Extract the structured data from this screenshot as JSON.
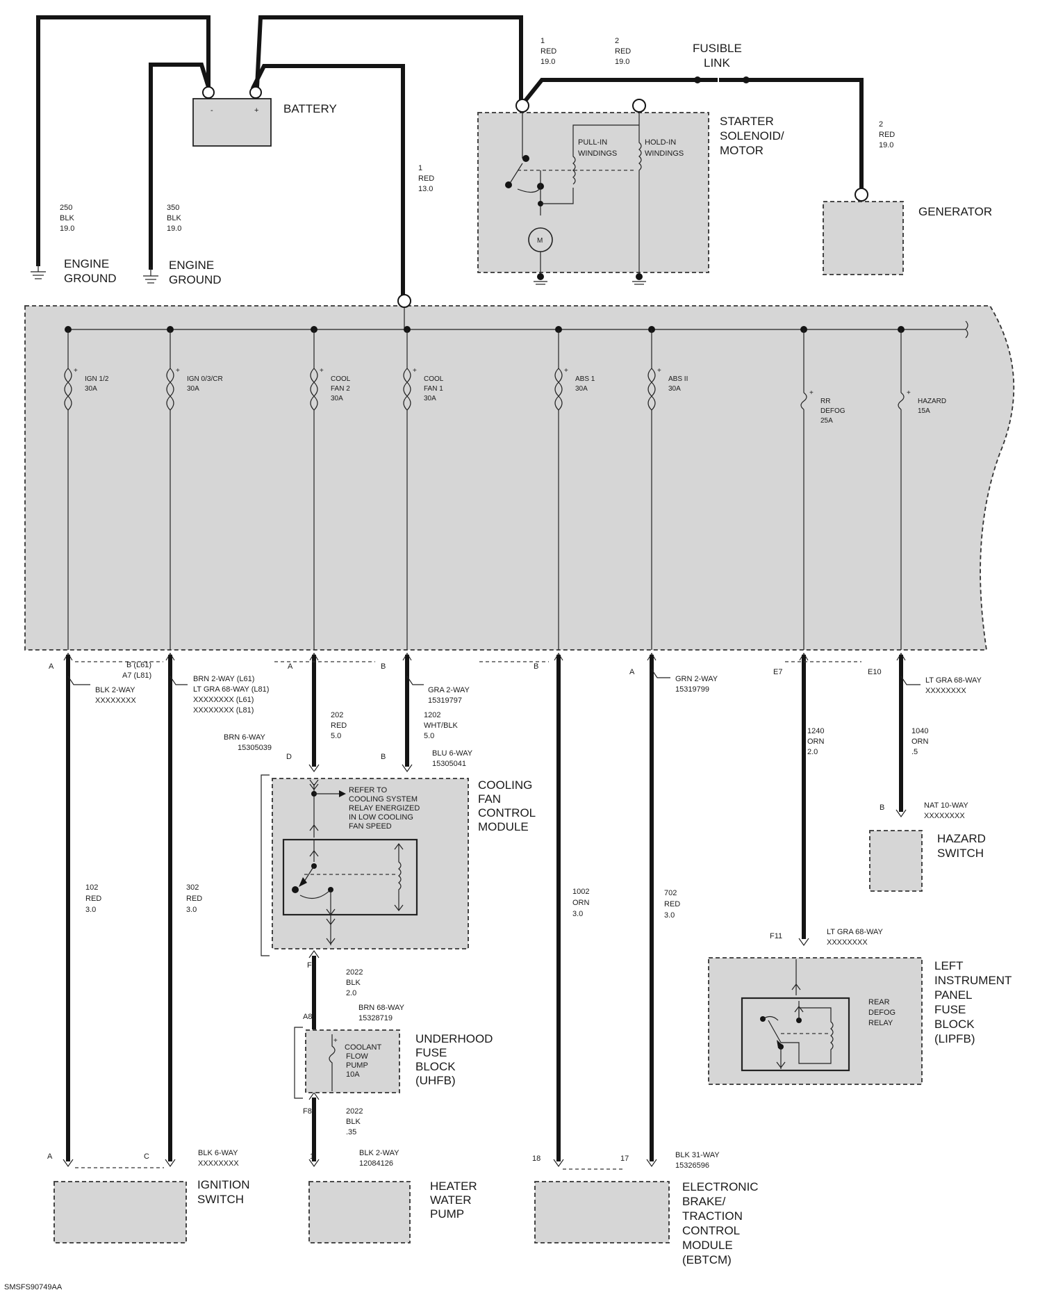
{
  "figure_id": "SMSFS90749AA",
  "battery": {
    "label": "BATTERY",
    "neg": "-",
    "pos": "+"
  },
  "grounds": [
    {
      "wire": [
        "250",
        "BLK",
        "19.0"
      ],
      "label": [
        "ENGINE",
        "GROUND"
      ]
    },
    {
      "wire": [
        "350",
        "BLK",
        "19.0"
      ],
      "label": [
        "ENGINE",
        "GROUND"
      ]
    }
  ],
  "battery_feed": [
    "1",
    "RED",
    "13.0"
  ],
  "fusible_link": {
    "label": [
      "FUSIBLE",
      "LINK"
    ],
    "wire_in": [
      "1",
      "RED",
      "19.0"
    ],
    "wire_out": [
      "2",
      "RED",
      "19.0"
    ],
    "wire_gen": [
      "2",
      "RED",
      "19.0"
    ]
  },
  "starter": {
    "label": [
      "STARTER",
      "SOLENOID/",
      "MOTOR"
    ],
    "pull_in": [
      "PULL-IN",
      "WINDINGS"
    ],
    "hold_in": [
      "HOLD-IN",
      "WINDINGS"
    ],
    "motor": "M"
  },
  "generator": {
    "label": "GENERATOR"
  },
  "fuses": [
    {
      "name": [
        "IGN 1/2",
        "30A"
      ],
      "sym": "+"
    },
    {
      "name": [
        "IGN 0/3/CR",
        "30A"
      ],
      "sym": "+"
    },
    {
      "name": [
        "COOL",
        "FAN 2",
        "30A"
      ],
      "sym": "+"
    },
    {
      "name": [
        "COOL",
        "FAN 1",
        "30A"
      ],
      "sym": "+"
    },
    {
      "name": [
        "ABS 1",
        "30A"
      ],
      "sym": "+"
    },
    {
      "name": [
        "ABS II",
        "30A"
      ],
      "sym": "+"
    },
    {
      "name": [
        "RR",
        "DEFOG",
        "25A"
      ],
      "sym": "+"
    },
    {
      "name": [
        "HAZARD",
        "15A"
      ],
      "sym": "+"
    }
  ],
  "connectors_top": {
    "c1": {
      "pin": "A",
      "lines": [
        "BLK 2-WAY",
        "XXXXXXXX"
      ]
    },
    "c2": {
      "pin": [
        "B (L61)",
        "A7 (L81)"
      ],
      "lines": [
        "BRN 2-WAY (L61)",
        "LT GRA 68-WAY (L81)",
        "XXXXXXXX (L61)",
        "XXXXXXXX (L81)"
      ]
    },
    "c3": {
      "pin": "A",
      "lines": []
    },
    "c4": {
      "pin": "B",
      "lines": [
        "GRA 2-WAY",
        "15319797"
      ]
    },
    "c5": {
      "pin": "B",
      "lines": []
    },
    "c6": {
      "pin": "A",
      "lines": [
        "GRN 2-WAY",
        "15319799"
      ]
    },
    "c7": {
      "pin": "E7",
      "lines": []
    },
    "c8": {
      "pin": "E10",
      "lines": [
        "LT GRA 68-WAY",
        "XXXXXXXX"
      ]
    }
  },
  "wires_mid": {
    "w3": [
      "202",
      "RED",
      "5.0"
    ],
    "w4": [
      "1202",
      "WHT/BLK",
      "5.0"
    ],
    "w1": [
      "102",
      "RED",
      "3.0"
    ],
    "w2": [
      "302",
      "RED",
      "3.0"
    ],
    "w5": [
      "1002",
      "ORN",
      "3.0"
    ],
    "w6": [
      "702",
      "RED",
      "3.0"
    ],
    "w7": [
      "1240",
      "ORN",
      "2.0"
    ],
    "w8": [
      "1040",
      "ORN",
      ".5"
    ]
  },
  "cooling_module": {
    "label": [
      "COOLING",
      "FAN",
      "CONTROL",
      "MODULE"
    ],
    "conn_d": {
      "pin": "D",
      "lines": [
        "BRN 6-WAY",
        "15305039"
      ]
    },
    "conn_b": {
      "pin": "B",
      "lines": [
        "BLU 6-WAY",
        "15305041"
      ]
    },
    "note": [
      "REFER TO",
      "COOLING SYSTEM",
      "RELAY ENERGIZED",
      "IN LOW COOLING",
      "FAN SPEED"
    ],
    "pin_f": "F"
  },
  "uhfb": {
    "label": [
      "UNDERHOOD",
      "FUSE",
      "BLOCK",
      "(UHFB)"
    ],
    "wire_in": [
      "2022",
      "BLK",
      "2.0"
    ],
    "conn_in": {
      "pin": "A8",
      "lines": [
        "BRN 68-WAY",
        "15328719"
      ]
    },
    "fuse": [
      "COOLANT",
      "FLOW",
      "PUMP",
      "10A"
    ],
    "conn_out_pin": "F8",
    "wire_out": [
      "2022",
      "BLK",
      ".35"
    ]
  },
  "hazard_switch": {
    "conn": {
      "pin": "B",
      "lines": [
        "NAT 10-WAY",
        "XXXXXXXX"
      ]
    },
    "label": [
      "HAZARD",
      "SWITCH"
    ]
  },
  "lipfb": {
    "conn": {
      "pin": "F11",
      "lines": [
        "LT GRA 68-WAY",
        "XXXXXXXX"
      ]
    },
    "label": [
      "LEFT",
      "INSTRUMENT",
      "PANEL",
      "FUSE",
      "BLOCK",
      "(LIPFB)"
    ],
    "relay": [
      "REAR",
      "DEFOG",
      "RELAY"
    ]
  },
  "ignition_switch": {
    "pin_a": "A",
    "pin_c": "C",
    "conn": [
      "BLK 6-WAY",
      "XXXXXXXX"
    ],
    "label": [
      "IGNITION",
      "SWITCH"
    ]
  },
  "heater_pump": {
    "pin": "1",
    "conn": [
      "BLK 2-WAY",
      "12084126"
    ],
    "label": [
      "HEATER",
      "WATER",
      "PUMP"
    ]
  },
  "ebtcm": {
    "pin_a": "18",
    "pin_b": "17",
    "conn": [
      "BLK 31-WAY",
      "15326596"
    ],
    "label": [
      "ELECTRONIC",
      "BRAKE/",
      "TRACTION",
      "CONTROL",
      "MODULE",
      "(EBTCM)"
    ]
  }
}
